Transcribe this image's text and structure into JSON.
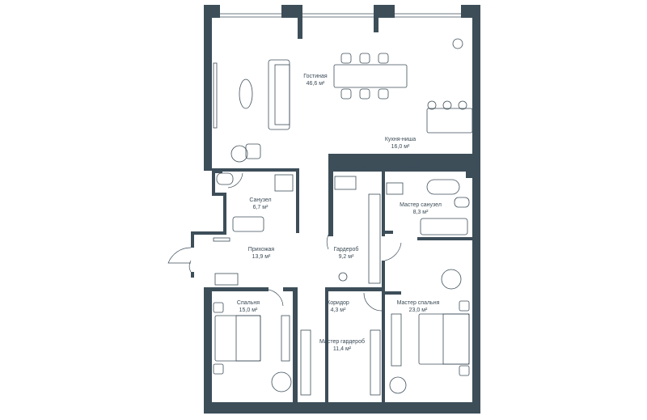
{
  "colors": {
    "wall": "#3d4e59",
    "furniture": "#3d4e59",
    "background": "#ffffff"
  },
  "rooms": [
    {
      "name": "Гостиная",
      "area": "46,6 м²"
    },
    {
      "name": "Кухня-ниша",
      "area": "16,0 м²"
    },
    {
      "name": "Санузел",
      "area": "6,7 м²"
    },
    {
      "name": "Мастер санузел",
      "area": "8,3 м²"
    },
    {
      "name": "Прихожая",
      "area": "13,9 м²"
    },
    {
      "name": "Гардероб",
      "area": "9,2 м²"
    },
    {
      "name": "Спальня",
      "area": "15,0 м²"
    },
    {
      "name": "Коридор",
      "area": "4,3 м²"
    },
    {
      "name": "Мастер спальня",
      "area": "23,0 м²"
    },
    {
      "name": "Мастер гардероб",
      "area": "11,4 м²"
    }
  ]
}
